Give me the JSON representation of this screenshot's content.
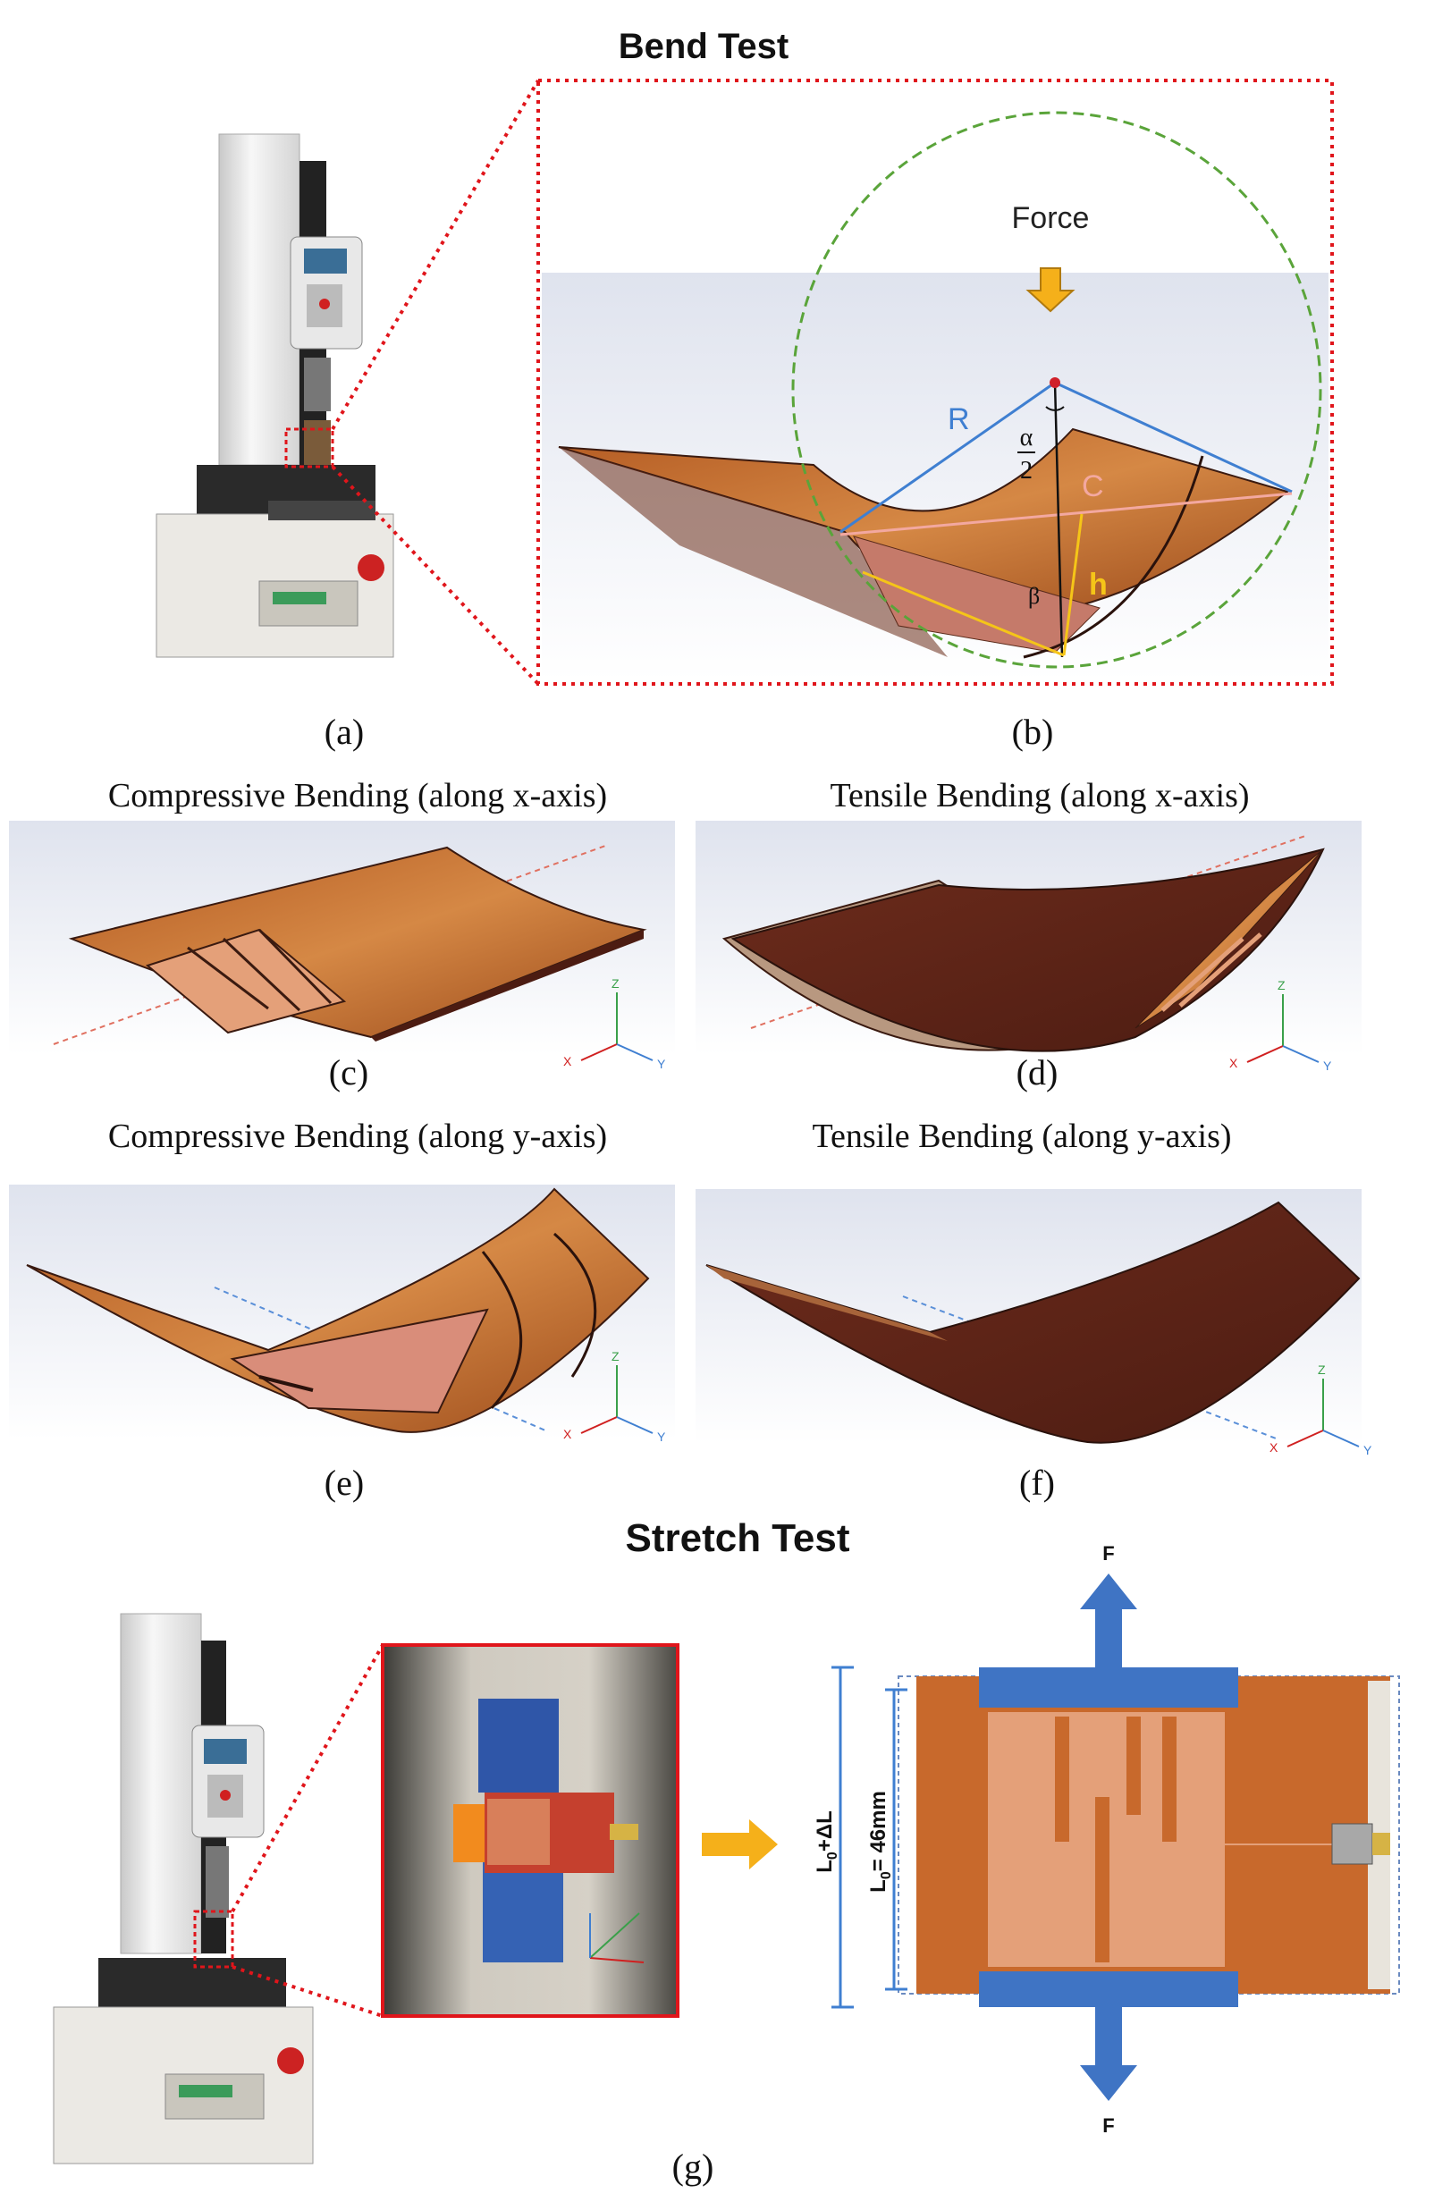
{
  "bend_test": {
    "title": "Bend Test",
    "diagram": {
      "force_label": "Force",
      "radius_label": "R",
      "chord_label": "C",
      "height_label": "h",
      "alpha_num": "α",
      "alpha_den": "2",
      "beta_label": "β"
    },
    "labels": {
      "a": "(a)",
      "b": "(b)"
    }
  },
  "bending_panels": [
    {
      "id": "c",
      "title": "Compressive Bending (along x-axis)",
      "label": "(c)",
      "axis": "x"
    },
    {
      "id": "d",
      "title": "Tensile Bending (along x-axis)",
      "label": "(d)",
      "axis": "x"
    },
    {
      "id": "e",
      "title": "Compressive Bending (along y-axis)",
      "label": "(e)",
      "axis": "y"
    },
    {
      "id": "f",
      "title": "Tensile Bending (along y-axis)",
      "label": "(f)",
      "axis": "y"
    }
  ],
  "triad": {
    "z": "Z",
    "x": "X",
    "y": "Y"
  },
  "stretch_test": {
    "title": "Stretch Test",
    "force_label": "F",
    "l0_main": "L",
    "l0_sub": "0",
    "l0_rest": "= 46mm",
    "ldelta_main": "L",
    "ldelta_sub": "0",
    "ldelta_rest": "+ΔL",
    "label": "(g)"
  },
  "colors": {
    "frame_red": "#e0151b",
    "green_circle": "#5aa43a",
    "radius_blue": "#3f7fd1",
    "chord_pink": "#f3a8a0",
    "height_yellow": "#f5c518",
    "arrow_orange": "#f5b01a",
    "copper": "#c8692c",
    "antenna": "#e4a079",
    "force_blue": "#3f74c4"
  }
}
